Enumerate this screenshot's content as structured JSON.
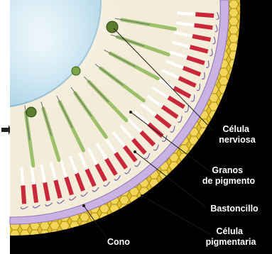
{
  "diagram": {
    "labels": {
      "celula_nerviosa": [
        "Célula",
        "nerviosa"
      ],
      "granos": [
        "Granos",
        "de pigmento"
      ],
      "bastoncillo": [
        "Bastoncillo"
      ],
      "cono": [
        "Cono"
      ],
      "celula_pigmentaria": [
        "Célula",
        "pigmentaria"
      ]
    },
    "colors": {
      "background": "#000000",
      "pigment_layer": "#e9c83a",
      "retina_fill": "#f3ecd8",
      "lens": "#bfe0ee",
      "membrane": "#b49ad2",
      "rod_segments": "#c8283a",
      "neurons": "#9cc06a",
      "leader_lines": "#1a1a1a"
    },
    "icons": [
      "arrow-right-icon"
    ]
  }
}
